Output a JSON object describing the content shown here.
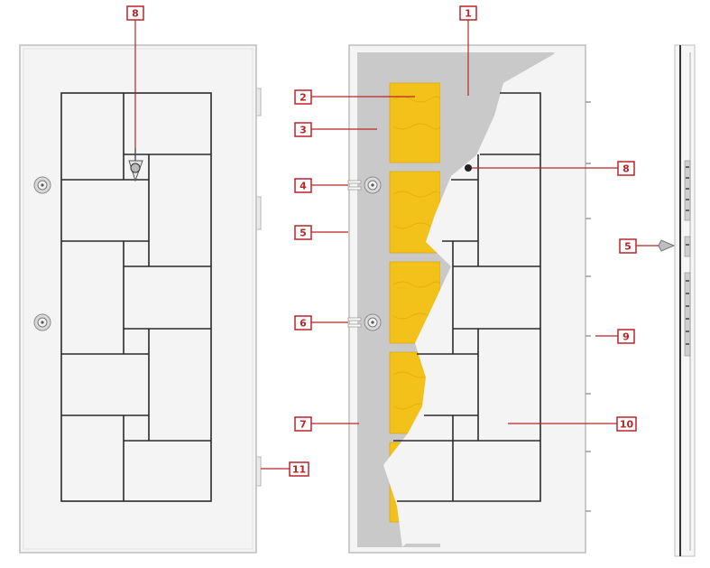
{
  "colors": {
    "callout": "#b8252a",
    "insulation": "#f2c21b",
    "frame_gray": "#c9c9c9",
    "door_white": "#f4f4f4",
    "panel_lines": "#2a2a2a"
  },
  "icons": {
    "peephole": "peephole-icon",
    "handle": "door-handle-icon",
    "hinge": "hinge-icon",
    "bolt": "locking-bolt-icon"
  },
  "callouts": {
    "left": {
      "peephole": "8",
      "hinge_bottom": "11"
    },
    "middle": {
      "outer_sheet": "1",
      "insulation": "2",
      "inner_frame": "3",
      "upper_lock": "4",
      "frame_edge": "5",
      "lower_lock": "6",
      "door_leaf_edge": "7",
      "peephole": "8",
      "frame_pins": "9",
      "decorative_panel": "10"
    },
    "right": {
      "lock_mechanism": "5"
    }
  }
}
